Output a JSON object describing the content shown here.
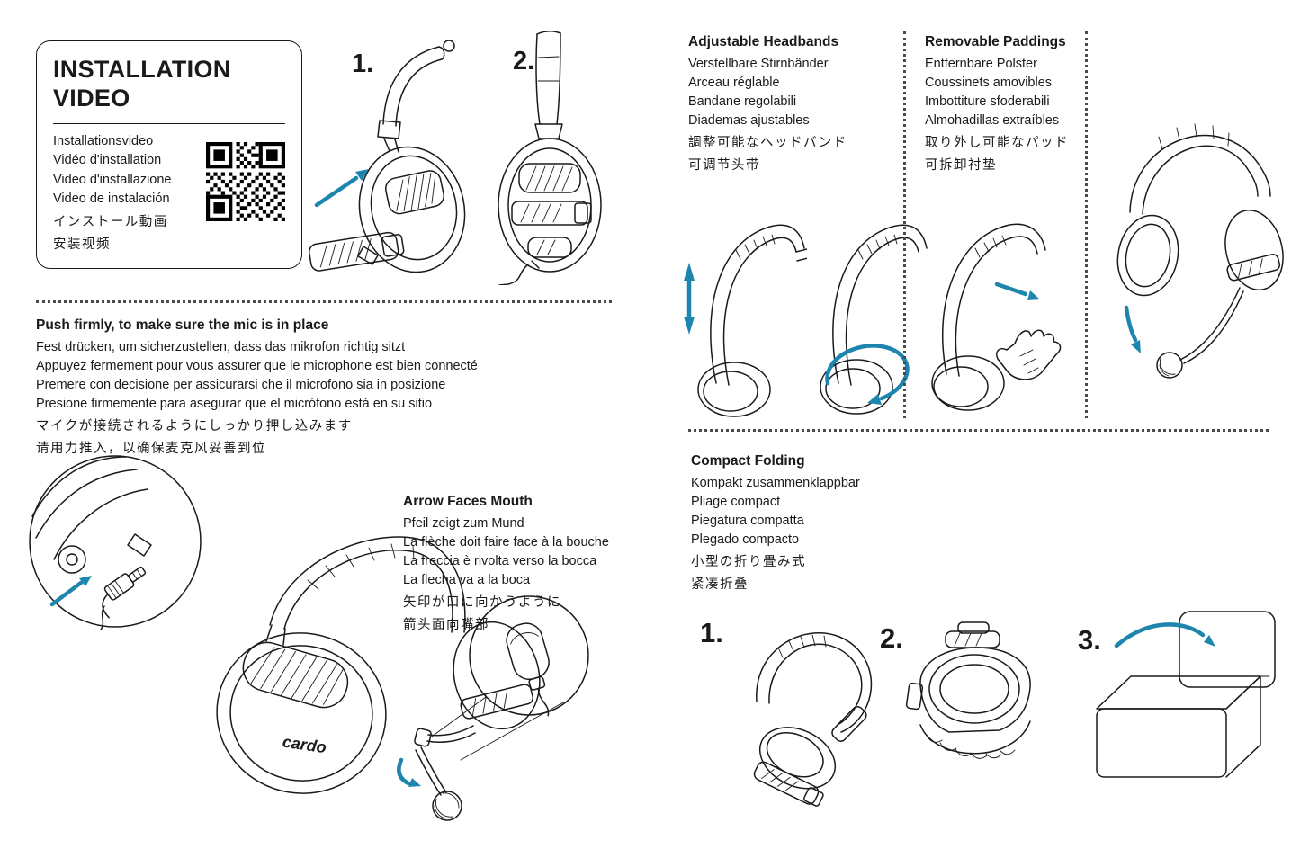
{
  "page": {
    "bg": "#ffffff",
    "ink": "#1a1a1a",
    "accent": "#1e86ae"
  },
  "brand": "cardo",
  "installation_video": {
    "title_line1": "INSTALLATION",
    "title_line2": "VIDEO",
    "translations": [
      "Installationsvideo",
      "Vidéo d'installation",
      "Video d'installazione",
      "Video de instalación",
      "インストール動画",
      "安装视频"
    ]
  },
  "top_steps": {
    "step1": "1.",
    "step2": "2."
  },
  "adjustable_headbands": {
    "title": "Adjustable Headbands",
    "translations": [
      "Verstellbare Stirnbänder",
      "Arceau réglable",
      "Bandane regolabili",
      "Diademas ajustables",
      "調整可能なヘッドバンド",
      "可调节头带"
    ]
  },
  "removable_paddings": {
    "title": "Removable Paddings",
    "translations": [
      "Entfernbare Polster",
      "Coussinets amovibles",
      "Imbottiture sfoderabili",
      "Almohadillas extraíbles",
      "取り外し可能なパッド",
      "可拆卸衬垫"
    ]
  },
  "push_firmly": {
    "title": "Push firmly, to make sure the mic is in place",
    "translations": [
      "Fest drücken, um sicherzustellen, dass das mikrofon richtig sitzt",
      "Appuyez fermement pour vous assurer que le microphone est bien connecté",
      "Premere con decisione per assicurarsi che il microfono sia in posizione",
      "Presione firmemente para asegurar que el micrófono está en su sitio",
      "マイクが接続されるようにしっかり押し込みます",
      "请用力推入，以确保麦克风妥善到位"
    ]
  },
  "arrow_faces_mouth": {
    "title": "Arrow Faces Mouth",
    "translations": [
      "Pfeil zeigt zum Mund",
      "La flèche doit faire face à la bouche",
      "La freccia è rivolta verso la bocca",
      "La flecha va a la boca",
      "矢印が口に向かうように",
      "箭头面向嘴部"
    ]
  },
  "compact_folding": {
    "title": "Compact Folding",
    "translations": [
      "Kompakt zusammenklappbar",
      "Pliage compact",
      "Piegatura compatta",
      "Plegado compacto",
      "小型の折り畳み式",
      "紧凑折叠"
    ],
    "steps": {
      "step1": "1.",
      "step2": "2.",
      "step3": "3."
    }
  }
}
